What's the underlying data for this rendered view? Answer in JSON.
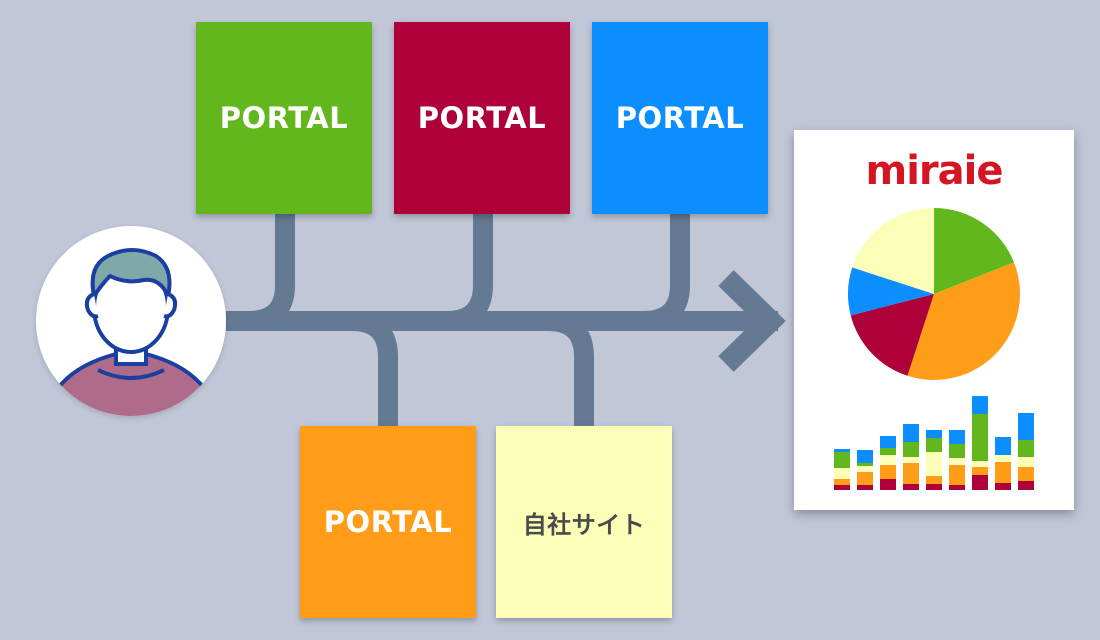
{
  "colors": {
    "background": "#c1c7d7",
    "connector": "#637a92",
    "green": "#62b71c",
    "crimson": "#ae0039",
    "blue": "#0c8eff",
    "orange": "#ff9c18",
    "cream": "#fafeb7",
    "brand_red": "#d51522"
  },
  "portals": [
    {
      "label": "PORTAL",
      "color": "#62b71c"
    },
    {
      "label": "PORTAL",
      "color": "#ae0039"
    },
    {
      "label": "PORTAL",
      "color": "#0c8eff"
    },
    {
      "label": "PORTAL",
      "color": "#ff9c18"
    }
  ],
  "own_site": {
    "label": "自社サイト",
    "color": "#fafeb7"
  },
  "report": {
    "brand": "miraie",
    "pie": [
      {
        "color": "#62b71c",
        "share": 0.19
      },
      {
        "color": "#ff9c18",
        "share": 0.36
      },
      {
        "color": "#ae0039",
        "share": 0.16
      },
      {
        "color": "#0c8eff",
        "share": 0.09
      },
      {
        "color": "#fafeb7",
        "share": 0.2
      }
    ],
    "bars": [
      [
        5,
        6,
        11,
        16,
        3
      ],
      [
        5,
        13,
        6,
        3,
        13
      ],
      [
        11,
        14,
        10,
        7,
        12
      ],
      [
        6,
        21,
        6,
        15,
        18
      ],
      [
        6,
        8,
        24,
        14,
        8
      ],
      [
        5,
        20,
        7,
        14,
        14
      ],
      [
        15,
        8,
        6,
        47,
        18
      ],
      [
        7,
        21,
        7,
        0,
        18
      ],
      [
        9,
        14,
        10,
        17,
        27
      ]
    ],
    "bar_colors": [
      "#ae0039",
      "#ff9c18",
      "#fafeb7",
      "#62b71c",
      "#0c8eff"
    ]
  }
}
